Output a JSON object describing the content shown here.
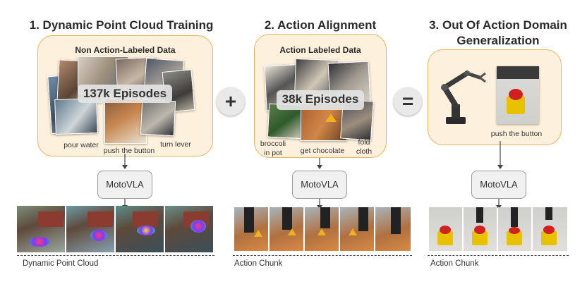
{
  "sections": [
    {
      "title": "1. Dynamic Point Cloud Training",
      "panel_title": "Non Action-Labeled Data",
      "episodes": "137k Episodes",
      "captions": [
        "pour water",
        "push the button",
        "turn lever"
      ],
      "model": "MotoVLA",
      "strip_label": "Dynamic Point Cloud"
    },
    {
      "title": "2. Action Alignment",
      "panel_title": "Action Labeled Data",
      "episodes": "38k Episodes",
      "captions": [
        "broccoli\nin pot",
        "get chocolate",
        "fold\ncloth"
      ],
      "model": "MotoVLA",
      "strip_label": "Action Chunk"
    },
    {
      "title_line1": "3. Out Of Action Domain",
      "title_line2": "Generalization",
      "caption": "push the button",
      "model": "MotoVLA",
      "strip_label": "Action Chunk"
    }
  ],
  "operators": {
    "plus": "+",
    "equals": "="
  },
  "colors": {
    "panel_fill": "#fdf0dc",
    "panel_border": "#e8b45c"
  }
}
